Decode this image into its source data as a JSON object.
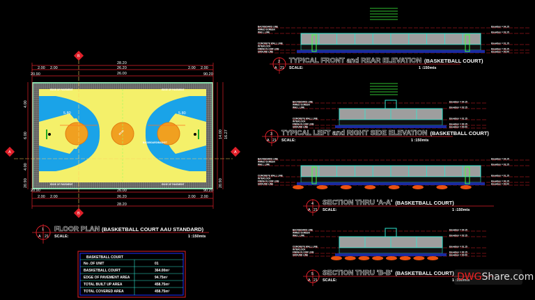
{
  "colors": {
    "background": "#000000",
    "red": "#e0202a",
    "cyan": "#2ee6d0",
    "court": "#f4f06a",
    "key": "#1aa3e8",
    "circle": "#f0a020",
    "pavement": "#9a9a9a",
    "green": "#40ff40"
  },
  "floor_plan": {
    "number": "1",
    "sheet": "A",
    "sheet_no": "21",
    "title_outline": "FLOOR PLAN",
    "title": "(BASKETBALL COURT AAU STANDARD)",
    "scale_label": "SCALE:",
    "scale": "1 :150mts",
    "section_a": "A",
    "section_b": "B",
    "dims_top": {
      "overall": "28.20",
      "inner": "26.20",
      "court": "26.00",
      "side": "2.00",
      "edge": "20.90",
      "edge_r": "90.20"
    },
    "dims_left": {
      "a": "4.00",
      "b": "6.00",
      "c": "4.00",
      "d": "20.90"
    },
    "dims_right": {
      "a": "14.00",
      "b": "16.27",
      "c": "20.90"
    },
    "key_width": "5.80",
    "edge_label": "EDGE OF PAVEMENT",
    "circle_label": "Ø3.60",
    "backboard_label": "BACKBOARD/BASKET"
  },
  "table": {
    "title": "BASKETBALL COURT",
    "rows": [
      {
        "label": "No .OF UNIT",
        "value": "01"
      },
      {
        "label": "BASKETBALL COURT",
        "value": "364.00m²"
      },
      {
        "label": "EDGE OF PAVEMENT AREA",
        "value": "94.75m²"
      },
      {
        "label": "TOTAL BUILT UP AREA",
        "value": "458.75m²"
      },
      {
        "label": "TOTAL COVERED AREA",
        "value": "458.75m²"
      }
    ]
  },
  "levels": [
    {
      "label": "BACKBOARD LINE",
      "elevation": "Elevation = 04.15"
    },
    {
      "label": "WIRED SCREEN",
      "elevation": ""
    },
    {
      "label": "WALL LINE",
      "elevation": "Elevation = 03.15"
    },
    {
      "label": "CONCRETE WALL LINE",
      "elevation": "Elevation = 01.15"
    },
    {
      "label": "INTERLOCK",
      "elevation": ""
    },
    {
      "label": "FINISH FLOOR LINE",
      "elevation": "Elevation = 00.15"
    },
    {
      "label": "GROUND LINE",
      "elevation": "Elevation = 00.00"
    }
  ],
  "views": [
    {
      "number": "2",
      "sheet": "A",
      "sheet_no": "21",
      "title_outline": "TYPICAL FRONT and REAR ELEVATION",
      "title": "(BASKETBALL COURT)",
      "scale_label": "SCALE:",
      "scale": "1 :150mts"
    },
    {
      "number": "3",
      "sheet": "A",
      "sheet_no": "21",
      "title_outline": "TYPICAL LEFT and RIGHT SIDE ELEVATION",
      "title": "(BASKETBALL COURT)",
      "scale_label": "SCALE:",
      "scale": "1 :150mts"
    },
    {
      "number": "4",
      "sheet": "A",
      "sheet_no": "21",
      "title_outline": "SECTION THRU 'A-A'",
      "title": "(BASKETBALL COURT)",
      "scale_label": "SCALE:",
      "scale": "1 :150mts"
    },
    {
      "number": "5",
      "sheet": "A",
      "sheet_no": "21",
      "title_outline": "SECTION THRU 'B-B'",
      "title": "(BASKETBALL COURT)",
      "scale_label": "SCALE:",
      "scale": "1 :150mts"
    }
  ],
  "watermark": {
    "prefix": "DWG",
    "suffix": "Share.com"
  }
}
